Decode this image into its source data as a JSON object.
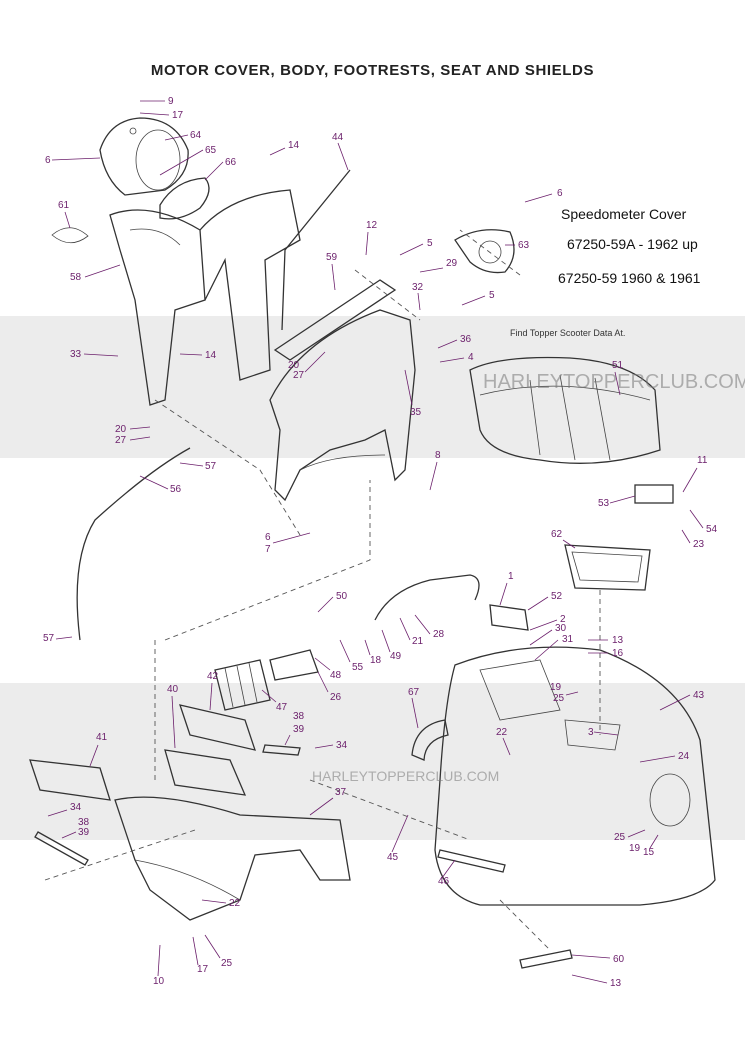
{
  "title": "MOTOR COVER, BODY, FOOTRESTS, SEAT AND SHIELDS",
  "speedometer_note": {
    "heading": "Speedometer Cover",
    "line1": "67250-59A - 1962 up",
    "line2": "67250-59 1960 & 1961"
  },
  "watermarks": {
    "small_note": "Find Topper Scooter Data At.",
    "large_mark": "HARLEYTOPPERCLUB.COM",
    "mid_mark": "HARLEYTOPPERCLUB.COM"
  },
  "colors": {
    "label": "#6b1f6b",
    "band": "#dcdcdc",
    "line": "#333333"
  },
  "part_labels": [
    "9",
    "17",
    "64",
    "65",
    "66",
    "6",
    "14",
    "44",
    "61",
    "58",
    "12",
    "5",
    "6",
    "63",
    "59",
    "29",
    "32",
    "5",
    "33",
    "14",
    "20",
    "27",
    "36",
    "4",
    "51",
    "35",
    "20",
    "27",
    "8",
    "57",
    "11",
    "56",
    "6",
    "7",
    "53",
    "54",
    "23",
    "62",
    "1",
    "50",
    "52",
    "2",
    "30",
    "31",
    "13",
    "16",
    "21",
    "28",
    "49",
    "18",
    "55",
    "48",
    "26",
    "42",
    "40",
    "47",
    "38",
    "39",
    "34",
    "41",
    "34",
    "38",
    "39",
    "37",
    "67",
    "22",
    "19",
    "25",
    "43",
    "3",
    "24",
    "45",
    "25",
    "19",
    "15",
    "46",
    "22",
    "10",
    "17",
    "25",
    "60",
    "13",
    "57"
  ]
}
